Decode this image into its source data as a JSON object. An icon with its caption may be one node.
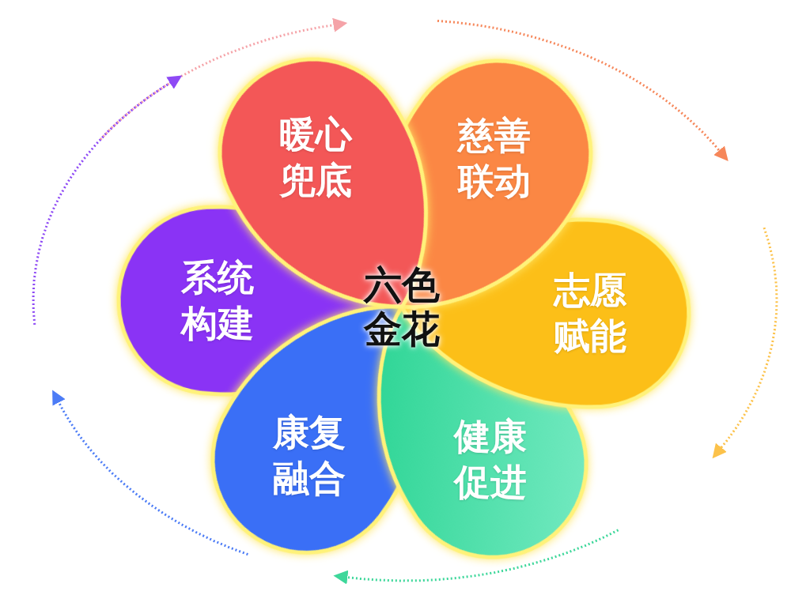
{
  "diagram": {
    "nodes": [
      {
        "text": [
          "六色金花"
        ]
      },
      {
        "text": [
          "暖心兜底"
        ]
      },
      {
        "text": [
          "慈善联动"
        ]
      },
      {
        "text": [
          "志愿赋能"
        ]
      },
      {
        "text": [
          "健康促进"
        ]
      },
      {
        "text": [
          "康复融合"
        ]
      },
      {
        "text": [
          "系统构建"
        ]
      }
    ]
  }
}
